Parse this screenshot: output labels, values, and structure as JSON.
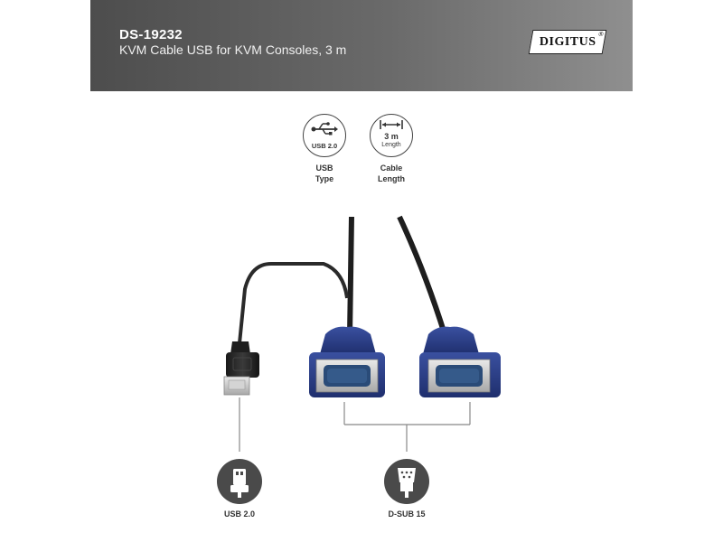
{
  "header": {
    "sku": "DS-19232",
    "subtitle": "KVM Cable USB for KVM Consoles, 3 m",
    "brand": "DIGITUS",
    "brand_mark": "®"
  },
  "features": [
    {
      "icon": "usb-symbol-icon",
      "circle_text": "USB 2.0",
      "label_line1": "USB",
      "label_line2": "Type"
    },
    {
      "icon": "length-arrow-icon",
      "circle_text_1": "3 m",
      "circle_text_2": "Length",
      "label_line1": "Cable",
      "label_line2": "Length"
    }
  ],
  "connectors": [
    {
      "icon": "usb-plug-icon",
      "label": "USB 2.0"
    },
    {
      "icon": "dsub-plug-icon",
      "label": "D-SUB 15"
    }
  ],
  "colors": {
    "header_dark": "#4d4d4d",
    "header_light": "#8f8f8f",
    "connector_blue": "#2b3f8a",
    "icon_grey": "#4a4a4a"
  }
}
